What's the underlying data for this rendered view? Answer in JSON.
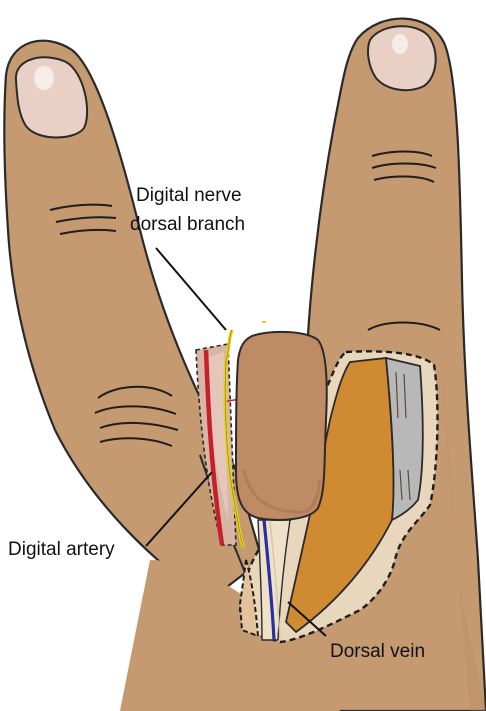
{
  "labels": {
    "nerve_line1": "Digital nerve",
    "nerve_line2": "dorsal branch",
    "artery": "Digital artery",
    "vein": "Dorsal vein"
  },
  "colors": {
    "skin": "#C69A71",
    "skin_shadow": "#B3865F",
    "nail": "#E8D0C6",
    "outline": "#2A2A2A",
    "flap": "#BE8B65",
    "tendon_orange": "#D08A32",
    "tendon_gray": "#B8B8B8",
    "peritenon_light": "#E8D7BC",
    "pale_tissue": "#D7B6A6",
    "artery_red": "#C8202A",
    "nerve_yellow": "#E7D21C",
    "vein_blue": "#2A2FA0"
  },
  "icons": {
    "left_finger": "finger-left-icon",
    "right_finger": "finger-right-icon"
  }
}
